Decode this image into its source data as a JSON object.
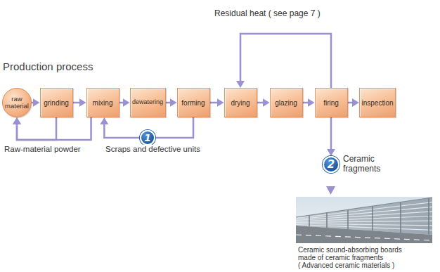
{
  "diagram": {
    "title": "Production process",
    "nodes": [
      {
        "text": [
          "raw material"
        ]
      },
      {
        "text": [
          "grinding"
        ]
      },
      {
        "text": [
          "mixing"
        ]
      },
      {
        "text": [
          "dewatering"
        ]
      },
      {
        "text": [
          "forming"
        ]
      },
      {
        "text": [
          "drying"
        ]
      },
      {
        "text": [
          "glazing"
        ]
      },
      {
        "text": [
          "firing"
        ]
      },
      {
        "text": [
          "inspection"
        ]
      },
      {
        "text": [
          "1"
        ]
      },
      {
        "text": [
          "2",
          "Ceramic fragments"
        ]
      }
    ],
    "edges": [
      {
        "from": 0,
        "to": 1,
        "arrow": "to"
      },
      {
        "from": 1,
        "to": 2,
        "arrow": "to"
      },
      {
        "from": 2,
        "to": 3,
        "arrow": "to"
      },
      {
        "from": 3,
        "to": 4,
        "arrow": "to"
      },
      {
        "from": 4,
        "to": 5,
        "arrow": "to"
      },
      {
        "from": 5,
        "to": 6,
        "arrow": "to"
      },
      {
        "from": 6,
        "to": 7,
        "arrow": "to"
      },
      {
        "from": 7,
        "to": 8,
        "arrow": "to"
      },
      {
        "from": 7,
        "to": 5,
        "label": "Residual heat ( see page 7 )",
        "arrow": "to"
      },
      {
        "from": 1,
        "to": 0,
        "label": "Raw-material powder",
        "arrow": "to"
      },
      {
        "from": 2,
        "to": 0,
        "arrow": "to"
      },
      {
        "from": 4,
        "to": 9,
        "arrow": "none"
      },
      {
        "from": 9,
        "to": 2,
        "label": "Scraps and defective units",
        "arrow": "to"
      },
      {
        "from": 7,
        "to": 10,
        "arrow": "to"
      }
    ],
    "labels": [
      "Ceramic sound-absorbing boards made of ceramic fragments",
      "( Advanced ceramic materials )"
    ]
  }
}
